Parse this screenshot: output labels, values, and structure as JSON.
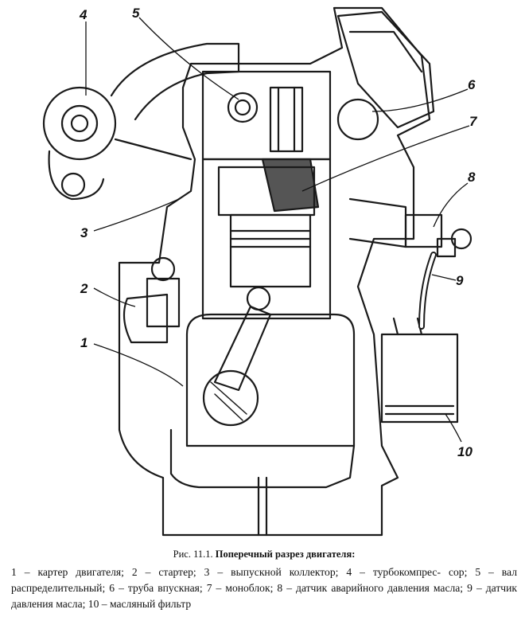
{
  "figure": {
    "callouts": [
      {
        "number": "1",
        "part": "картер двигателя"
      },
      {
        "number": "2",
        "part": "стартер"
      },
      {
        "number": "3",
        "part": "выпускной коллектор"
      },
      {
        "number": "4",
        "part": "турбокомпрессор"
      },
      {
        "number": "5",
        "part": "вал распределительный"
      },
      {
        "number": "6",
        "part": "труба впускная"
      },
      {
        "number": "7",
        "part": "моноблок"
      },
      {
        "number": "8",
        "part": "датчик аварийного давления масла"
      },
      {
        "number": "9",
        "part": "датчик давления масла"
      },
      {
        "number": "10",
        "part": "масляный фильтр"
      }
    ]
  },
  "caption": {
    "prefix": "Рис. 11.1.",
    "title": "Поперечный разрез двигателя:",
    "legend": [
      "1 – картер двигателя;",
      "2 – стартер;",
      "3 – выпускной коллектор;",
      "4 – турбокомпрес-",
      "сор;",
      "5 – вал распределительный;",
      "6 – труба впускная;",
      "7 – моноблок;",
      "8 – датчик",
      "аварийного давления масла;",
      "9 – датчик давления масла;",
      "10 – масляный фильтр"
    ]
  }
}
